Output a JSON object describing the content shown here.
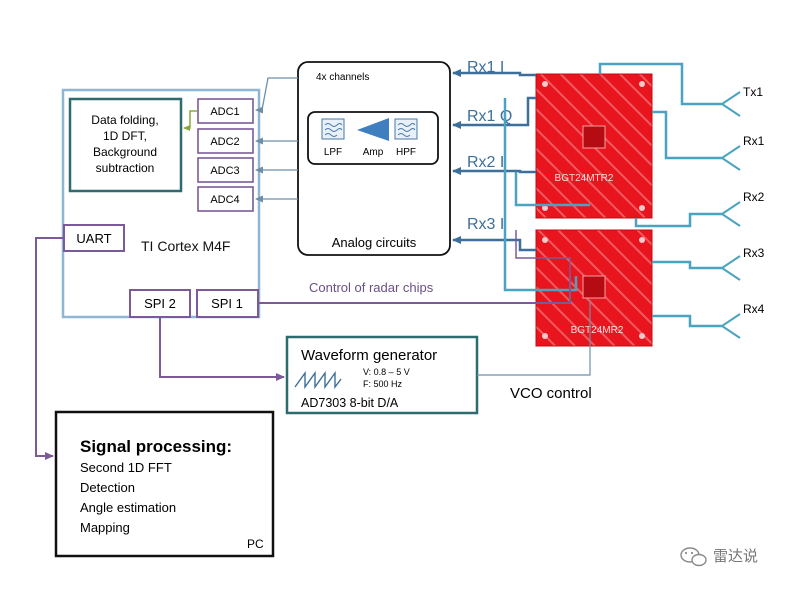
{
  "mcu": {
    "label": "TI Cortex M4F",
    "processing_lines": [
      "Data folding,",
      "1D DFT,",
      "Background",
      "subtraction"
    ],
    "adcs": [
      "ADC1",
      "ADC2",
      "ADC3",
      "ADC4"
    ],
    "uart": "UART",
    "spi2": "SPI 2",
    "spi1": "SPI 1"
  },
  "analog": {
    "channels_note": "4x channels",
    "title": "Analog circuits",
    "blocks": [
      "LPF",
      "Amp",
      "HPF"
    ]
  },
  "signals": {
    "rx_lines": [
      "Rx1 I",
      "Rx1 Q",
      "Rx2 I",
      "Rx3 I"
    ],
    "control": "Control of radar chips",
    "vco": "VCO control"
  },
  "chips": {
    "tx_chip": "BGT24MTR2",
    "rx_chip": "BGT24MR2"
  },
  "antennas": [
    "Tx1",
    "Rx1",
    "Rx2",
    "Rx3",
    "Rx4"
  ],
  "waveform": {
    "title": "Waveform generator",
    "voltage": "V: 0.8 – 5 V",
    "freq": "F: 500 Hz",
    "dac": "AD7303 8-bit D/A"
  },
  "pc": {
    "title": "Signal processing:",
    "items": [
      "Second 1D FFT",
      "Detection",
      "Angle estimation",
      "Mapping"
    ],
    "label": "PC"
  },
  "watermark": "雷达说",
  "colors": {
    "mcu_border": "#8fb6d2",
    "arrow_blue": "#3d6f9a",
    "teal": "#2f6b6e",
    "purple": "#7c5a9a",
    "antenna": "#4aa3c0",
    "chip_red": "#e8141e",
    "dark": "#111111"
  }
}
